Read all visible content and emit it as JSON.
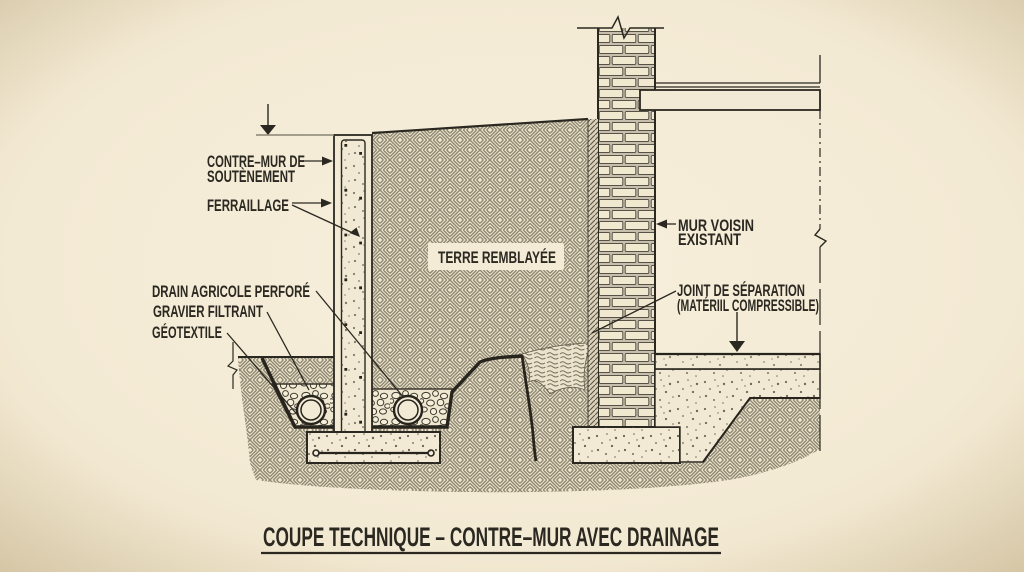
{
  "title": "COUPE TECHNIQUE – CONTRE–MUR AVEC DRAINAGE",
  "labels": {
    "contre_mur_line1": "CONTRE–MUR DE",
    "contre_mur_line2": "SOUTÈNEMENT",
    "ferraillage": "FERRAILLAGE",
    "drain": "DRAIN AGRICOLE PERFORÉ",
    "gravier": "GRAVIER FILTRANT",
    "geotextile": "GÉOTEXTILE",
    "terre_remblayee": "TERRE REMBLAYÉE",
    "mur_voisin_line1": "MUR VOISIN",
    "mur_voisin_line2": "EXISTANT",
    "joint_line1": "JOINT DE SÉPARATION",
    "joint_line2": "(MATÉRIIL COMPRESSIBLE)"
  },
  "colors": {
    "paper": "#f3ead5",
    "ink": "#2a2820",
    "hatch": "#8e8773",
    "mortar": "#c7beab",
    "concrete_speck": "#4e4a3e"
  }
}
